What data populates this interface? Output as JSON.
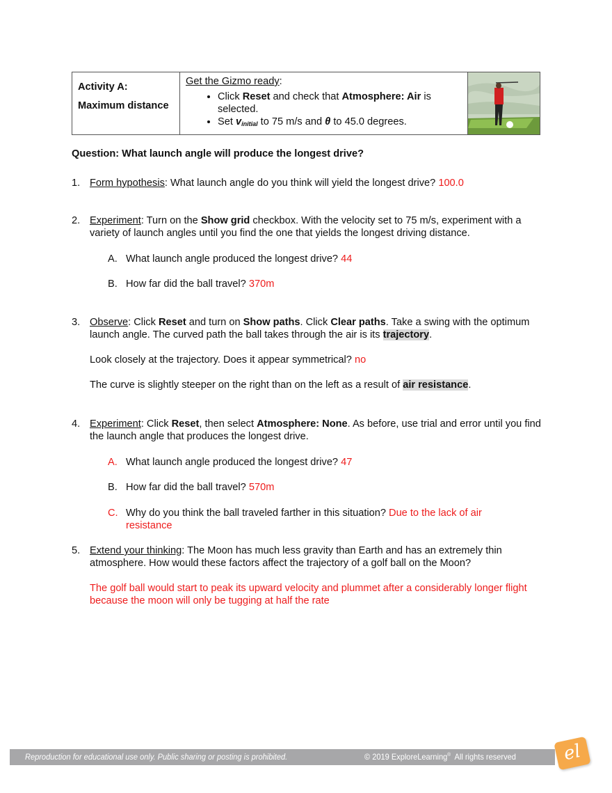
{
  "header": {
    "activity_label": "Activity A:",
    "activity_title": "Maximum distance",
    "ready_heading": "Get the Gizmo ready",
    "bullets": [
      {
        "pre": "Click ",
        "b1": "Reset",
        "mid": " and check that ",
        "b2": "Atmosphere: Air",
        "post": " is selected."
      },
      {
        "pre": "Set ",
        "var": "v",
        "var_sub": "initial",
        "mid": " to 75 m/s and ",
        "theta": "θ",
        "post": " to 45.0 degrees."
      }
    ],
    "image": "golfer-image"
  },
  "question": "Question: What launch angle will produce the longest drive?",
  "items": [
    {
      "num": "1.",
      "label": "Form hypothesis",
      "text": ": What launch angle do you think will yield the longest drive? ",
      "answer": "100.0"
    },
    {
      "num": "2.",
      "label": "Experiment",
      "t1": ": Turn on the ",
      "b1": "Show grid",
      "t2": " checkbox. With the velocity set to 75 m/s, experiment with a variety of launch angles until you find the one that yields the longest driving distance.",
      "subs": [
        {
          "letter": "A.",
          "text": "What launch angle produced the longest drive? ",
          "answer": "44"
        },
        {
          "letter": "B.",
          "text": "How far did the ball travel? ",
          "answer": "370m"
        }
      ]
    },
    {
      "num": "3.",
      "label": "Observe",
      "t1": ": Click ",
      "b1": "Reset",
      "t2": " and turn on ",
      "b2": "Show paths",
      "t3": ". Click ",
      "b3": "Clear paths",
      "t4": ". Take a swing with the optimum launch angle. The curved path the ball takes through the air is its ",
      "b4": "trajectory",
      "t5": ".",
      "p2": "Look closely at the trajectory. Does it appear symmetrical? ",
      "p2_answer": "no",
      "p3": "The curve is slightly steeper on the right than on the left as a result of ",
      "p3_fill": "air resistance",
      "p3_end": "."
    },
    {
      "num": "4.",
      "label": "Experiment",
      "t1": ": Click ",
      "b1": "Reset",
      "t2": ", then select ",
      "b2": "Atmosphere: None",
      "t3": ". As before, use trial and error until you find the launch angle that produces the longest drive.",
      "subs": [
        {
          "letter": "A.",
          "text": "What launch angle produced the longest drive? ",
          "answer": "47"
        },
        {
          "letter": "B.",
          "text": "How far did the ball travel? ",
          "answer": "570m"
        },
        {
          "letter": "C.",
          "text": "Why do you think the ball traveled farther in this situation? ",
          "answer": "Due to the lack of air resistance"
        }
      ]
    },
    {
      "num": "5.",
      "label": "Extend your thinking",
      "text": ": The Moon has much less gravity than Earth and has an extremely thin atmosphere. How would these factors affect the trajectory of a golf ball on the Moon?",
      "answer": "The golf ball would start to peak its upward velocity and plummet after a considerably longer flight because the moon will only be tugging at half the rate"
    }
  ],
  "footer": {
    "notice": "Reproduction for educational use only. Public sharing or posting is prohibited.",
    "copyright": "© 2019 ExploreLearning",
    "reg": "®",
    "rights": "  All rights reserved",
    "logo": "el"
  },
  "colors": {
    "answer": "#ee1c1c",
    "footer_bar": "#a7a7a9",
    "logo": "#f6a94a"
  }
}
